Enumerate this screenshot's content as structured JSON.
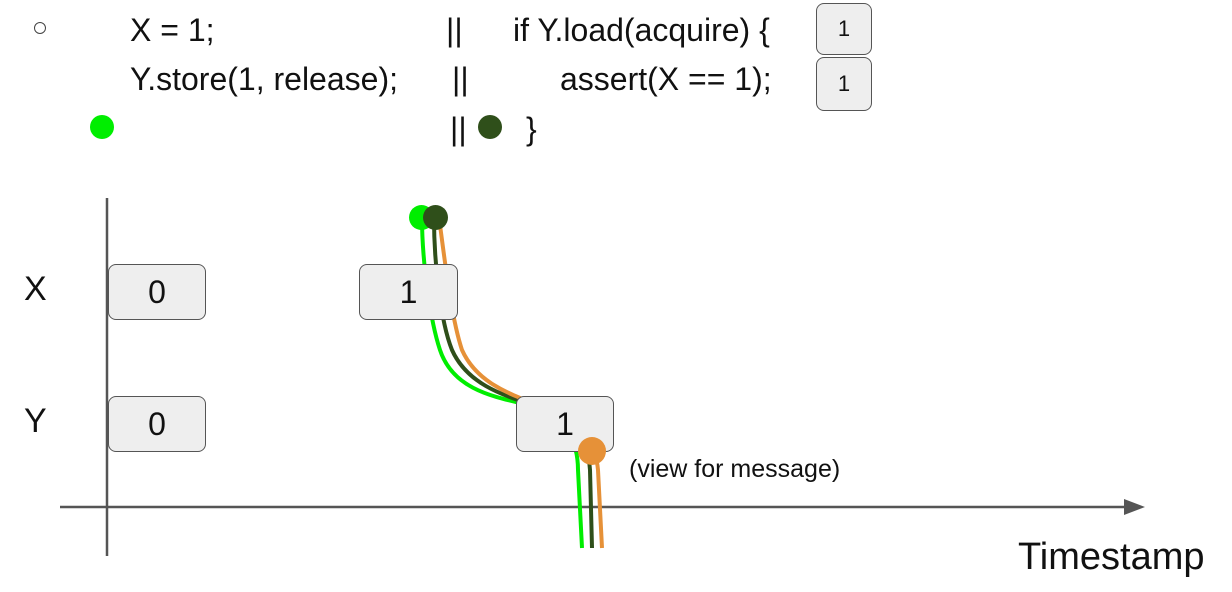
{
  "code": {
    "line1_left": "X = 1;",
    "line1_sep": "||",
    "line1_right": "if Y.load(acquire) {",
    "line1_badge": "1",
    "line2_left": "Y.store(1, release);",
    "line2_sep": "||",
    "line2_right": "assert(X == 1);",
    "line2_badge": "1",
    "line3_sep": "||",
    "line3_right": "}"
  },
  "diagram": {
    "row_x_label": "X",
    "row_y_label": "Y",
    "x_boxes": [
      "0",
      "1"
    ],
    "y_boxes": [
      "0",
      "1"
    ],
    "message_note": "(view for message)",
    "axis_title": "Timestamp"
  },
  "colors": {
    "thread1": "#00ee00",
    "thread2": "#2f4f1a",
    "message": "#e69138",
    "box_fill": "#eeeeee",
    "box_border": "#555555",
    "axis": "#555555"
  }
}
